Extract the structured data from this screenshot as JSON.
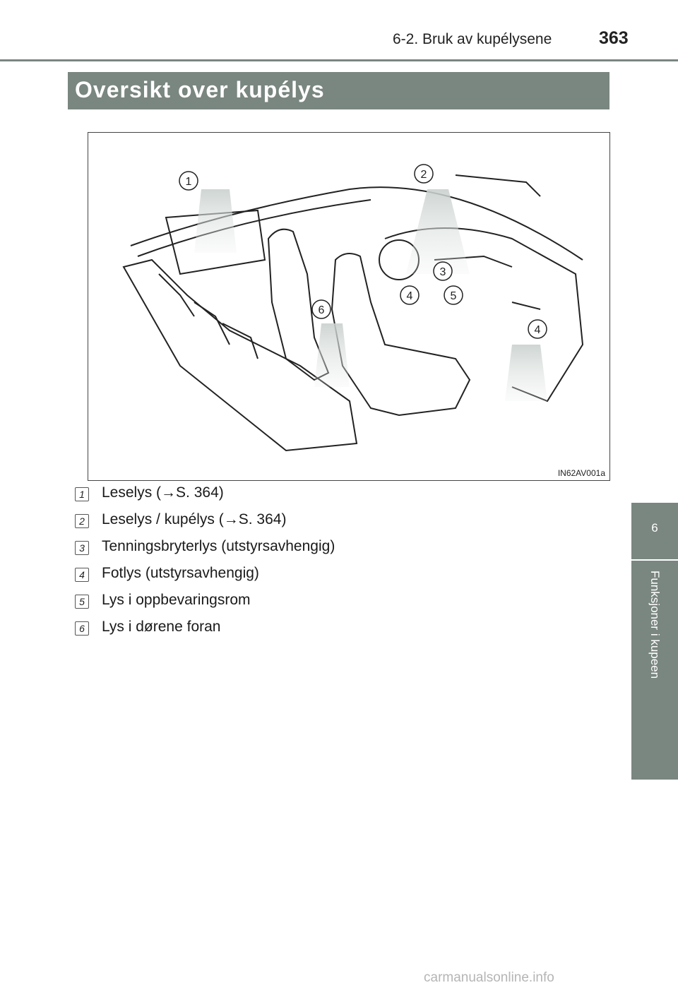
{
  "header": {
    "section": "6-2. Bruk av kupélysene",
    "page_number": "363"
  },
  "title": "Oversikt over kupélys",
  "figure": {
    "code": "IN62AV001a",
    "callouts": [
      "1",
      "2",
      "3",
      "4",
      "5",
      "6",
      "4"
    ]
  },
  "legend": [
    {
      "num": "1",
      "text": "Leselys (→S. 364)"
    },
    {
      "num": "2",
      "text": "Leselys / kupélys (→S. 364)"
    },
    {
      "num": "3",
      "text": "Tenningsbryterlys (utstyrsavhengig)"
    },
    {
      "num": "4",
      "text": "Fotlys (utstyrsavhengig)"
    },
    {
      "num": "5",
      "text": "Lys i oppbevaringsrom"
    },
    {
      "num": "6",
      "text": "Lys i dørene foran"
    }
  ],
  "side_tab": {
    "number": "6",
    "label": "Funksjoner i kupeen"
  },
  "watermark": "carmanualsonline.info",
  "colors": {
    "accent": "#7a8680",
    "text": "#1a1a1a"
  }
}
